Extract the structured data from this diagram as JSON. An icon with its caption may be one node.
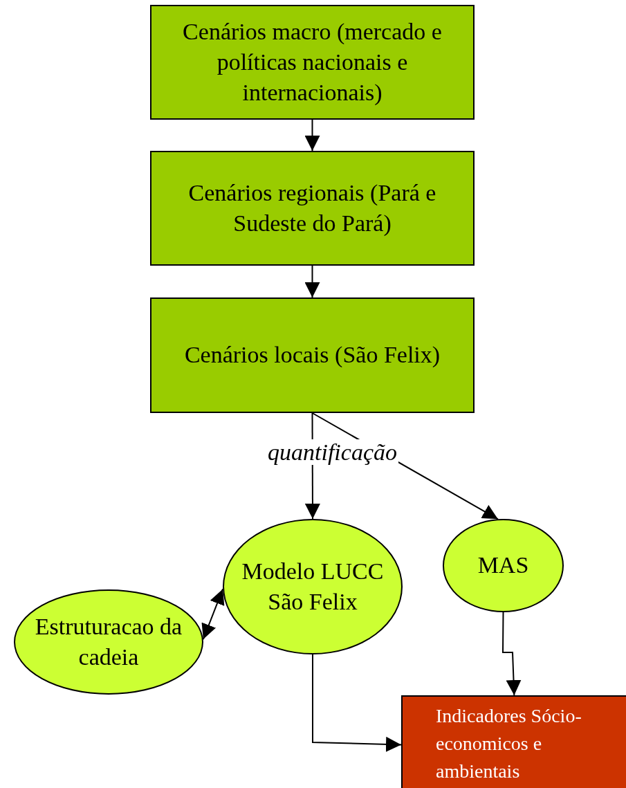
{
  "diagram": {
    "nodes": [
      {
        "text": [
          "Cenários macro (mercado e políticas nacionais e internacionais)"
        ]
      },
      {
        "text": [
          "Cenários regionais (Pará e Sudeste do Pará)"
        ]
      },
      {
        "text": [
          "Cenários locais (São Felix)"
        ]
      },
      {
        "text": [
          "Modelo LUCC São Felix"
        ]
      },
      {
        "text": [
          "MAS"
        ]
      },
      {
        "text": [
          "Estruturacao da cadeia"
        ]
      },
      {
        "text": [
          "Indicadores Sócio-economicos e ambientais"
        ]
      }
    ],
    "edges": [
      {
        "from": 0,
        "to": 1,
        "arrow": "to"
      },
      {
        "from": 1,
        "to": 2,
        "arrow": "to"
      },
      {
        "from": 2,
        "to": 3,
        "arrow": "to",
        "label": "quantificação"
      },
      {
        "from": 2,
        "to": 4,
        "arrow": "to"
      },
      {
        "from": 5,
        "to": 3,
        "arrow": "both"
      },
      {
        "from": 3,
        "to": 6,
        "arrow": "to"
      },
      {
        "from": 4,
        "to": 6,
        "arrow": "to"
      }
    ]
  }
}
